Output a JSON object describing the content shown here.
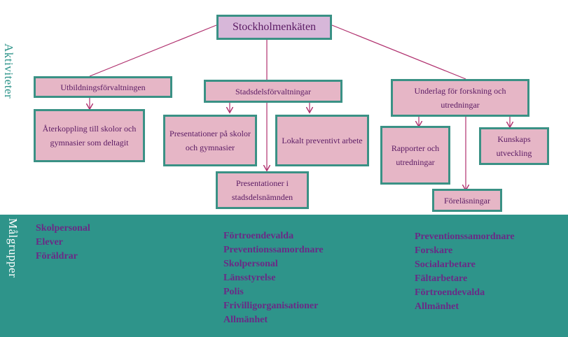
{
  "labels": {
    "aktiviteter": "Aktiviteter",
    "malgrupper": "Målgrupper"
  },
  "boxes": {
    "top": "Stockholmenkäten",
    "utbildning": "Utbildningsförvaltningen",
    "stadsdel": "Stadsdelsförvaltningar",
    "underlag": "Underlag för forskning och utredningar",
    "aterkoppling": "Återkoppling till skolor och gymnasier som deltagit",
    "presentationer_skolor": "Presentationer på skolor och gymnasier",
    "lokalt": "Lokalt preventivt arbete",
    "presentationer_sdn": "Presentationer i stadsdelsnämnden",
    "rapporter": "Rapporter och utredningar",
    "kunskaps": "Kunskaps utveckling",
    "forelasningar": "Föreläsningar"
  },
  "targets": {
    "col1": [
      "Skolpersonal",
      "Elever",
      "Föräldrar"
    ],
    "col2": [
      "Förtroendevalda",
      "Preventionssamordnare",
      "Skolpersonal",
      "Länsstyrelse",
      "Polis",
      "Frivilligorganisationer",
      "Allmänhet"
    ],
    "col3": [
      "Preventionssamordnare",
      "Forskare",
      "Socialarbetare",
      "Fältarbetare",
      "Förtroendevalda",
      "Allmänhet"
    ]
  },
  "colors": {
    "box_fill": "#e6b6c6",
    "box_border": "#3a9185",
    "band": "#2e948a",
    "line": "#b0306e",
    "text": "#6a2a86"
  }
}
